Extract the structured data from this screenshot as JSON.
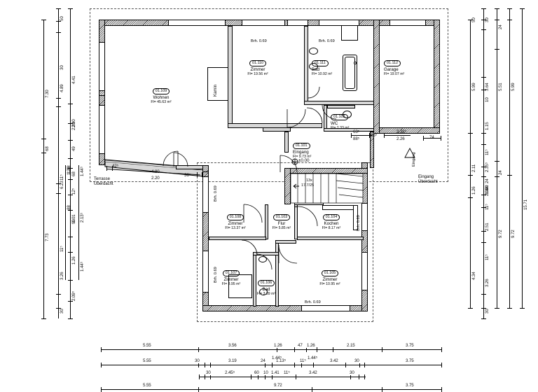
{
  "drawing": {
    "type": "architectural-floor-plan",
    "level_marker": "±0.00",
    "stair": {
      "label_count": "13x",
      "label_riser": "17.7/25"
    },
    "areas": [
      {
        "code": "01.101",
        "name": "Eingang",
        "area": "Fl=  9.73 m²"
      },
      {
        "code": "01.102",
        "name": "WC",
        "area": "Fl=  2.33 m²"
      },
      {
        "code": "01.103",
        "name": "Flur",
        "area": "Fl= 5.85 m²"
      },
      {
        "code": "01.104",
        "name": "Kochen",
        "area": "Fl=  8.17 m²"
      },
      {
        "code": "01.105",
        "name": "Zimmer",
        "area": "Fl=  10.95 m²"
      },
      {
        "code": "01.106",
        "name": "Bad",
        "area": "Fl= 3.39 m²"
      },
      {
        "code": "01.107",
        "name": "Zimmer",
        "area": "Fl=  8.95 m²"
      },
      {
        "code": "01.108",
        "name": "Zimmer",
        "area": "Fl=  13.37 m²"
      },
      {
        "code": "01.109",
        "name": "Wohnen",
        "area": "Fl=  45.63 m²"
      },
      {
        "code": "01.110",
        "name": "Zimmer",
        "area": "Fl=  19.56 m²"
      },
      {
        "code": "01.111",
        "name": "Bad",
        "area": "Fl=  10.92 m²"
      },
      {
        "code": "01.112",
        "name": "Garage",
        "area": "Fl=  19.07 m²"
      }
    ],
    "notes": {
      "kamin": "Kamin",
      "terrasse": "Terrasse",
      "terrasse_sub": "Überdacht",
      "eingang_ueberdacht": "Eingang",
      "eingang_ueberdacht_sub": "Überdacht",
      "eingang_vertical": "Eingang"
    },
    "sill_labels": [
      "Brh. 0.69",
      "Brh. 0.69",
      "Brh. 0.69",
      "Brh. 0.69",
      "Brh. 0.69",
      "Brh. 0.69",
      "Brh. 0.69"
    ],
    "terrace_dims": {
      "d1": "42⁵",
      "d2": "4.80",
      "d3": "2.20",
      "d4": "36⁵"
    },
    "entrance_dims": {
      "a1": "63⁵",
      "a2": "88⁵",
      "a3": "86⁵",
      "b1": "2.38⁵",
      "b2": "2.26",
      "c1": "74"
    },
    "dim_left": {
      "chain1": [
        "7.30",
        "68",
        "7.73"
      ],
      "chain2": [
        "50",
        "30",
        "4.89",
        "11⁵",
        "6.23",
        "11⁵",
        "3.26",
        "30"
      ],
      "chain3": [
        "4.41",
        "2.40",
        "2.20",
        "49",
        "68",
        "12⁵",
        "99",
        "1.01",
        "1.26",
        "2.09⁵"
      ],
      "chain4": [
        "1.44⁵",
        "2.13⁵",
        "1.44⁵"
      ],
      "chain5": [
        "1.26",
        "1.28",
        "88"
      ]
    },
    "dim_right": {
      "chain1": [
        "50",
        "5.99",
        "2.11",
        "1.26",
        "4.34"
      ],
      "chain2": [
        "30",
        "3.64",
        "10",
        "1.15",
        "11⁵",
        "2.35⁵",
        "24",
        "2.01",
        "1.01",
        "11⁵",
        "2.51",
        "1.44⁵",
        "11⁵",
        "3.26",
        "30"
      ],
      "chain3": [
        "24",
        "5.51",
        "24",
        "9.72"
      ],
      "chain4": [
        "5.99",
        "9.72"
      ],
      "chain5": [
        "15.71"
      ]
    },
    "dim_bottom": {
      "row1": [
        "5.55",
        "3.56",
        "1.26",
        "47",
        "1.26",
        "2.15",
        "3.75"
      ],
      "row1b": [
        "1.44⁵",
        "1.44⁵"
      ],
      "row2": [
        "5.55",
        "30",
        "3.19",
        "24",
        "1.13⁵",
        "11⁵",
        "3.42",
        "30",
        "3.75"
      ],
      "row3": [
        "30",
        "2.45⁵",
        "60",
        "10",
        "1.41",
        "11⁵",
        "3.42",
        "30"
      ],
      "row4": [
        "5.55",
        "9.72",
        "3.75"
      ]
    }
  }
}
